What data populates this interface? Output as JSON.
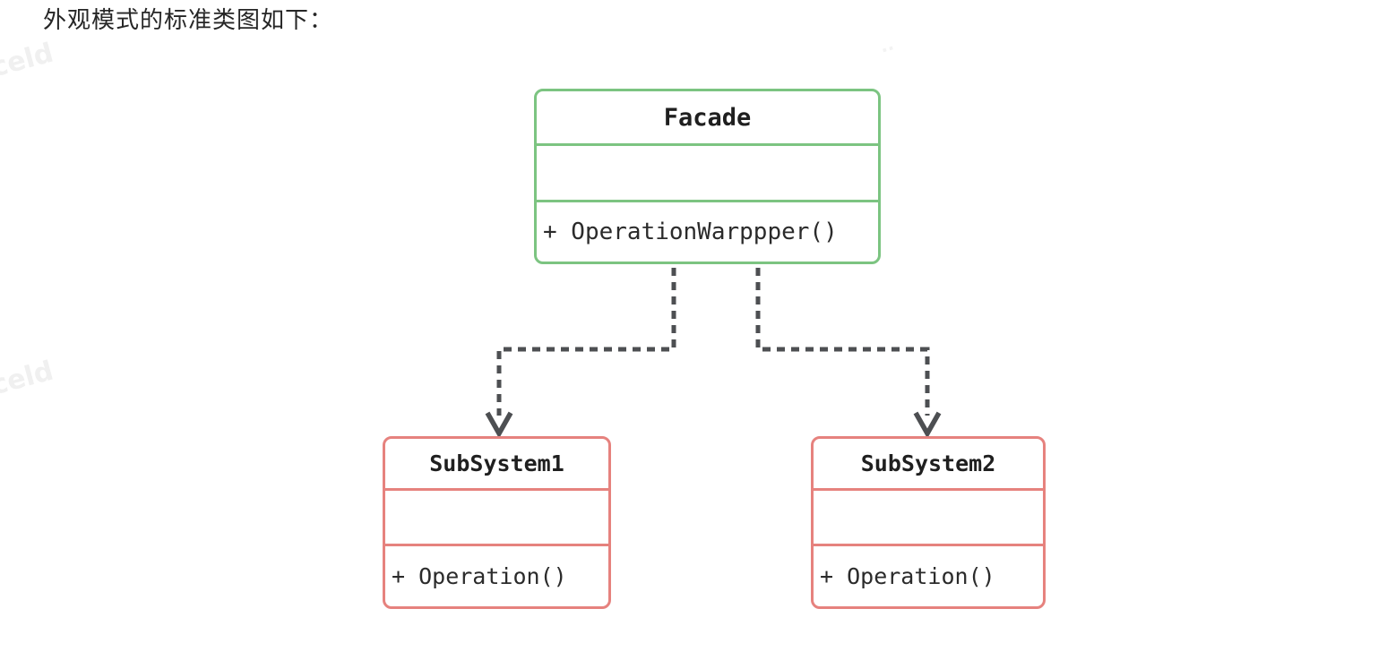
{
  "page": {
    "heading": "外观模式的标准类图如下："
  },
  "watermark": {
    "text": "celd",
    "corner_mark": ".."
  },
  "colors": {
    "facade_border": "#7cc481",
    "subsystem_border": "#e6827e",
    "arrow": "#4d4f52",
    "heading_text": "#262626",
    "class_text": "#2b2b2b",
    "background": "#ffffff"
  },
  "diagram": {
    "type": "uml-class-diagram",
    "classes": [
      {
        "id": "facade",
        "name": "Facade",
        "attributes": "",
        "methods": "+ OperationWarppper()"
      },
      {
        "id": "subsystem1",
        "name": "SubSystem1",
        "attributes": "",
        "methods": "+ Operation()"
      },
      {
        "id": "subsystem2",
        "name": "SubSystem2",
        "attributes": "",
        "methods": "+ Operation()"
      }
    ],
    "relations": [
      {
        "from": "Facade",
        "to": "SubSystem1",
        "style": "dashed",
        "arrowhead": "open"
      },
      {
        "from": "Facade",
        "to": "SubSystem2",
        "style": "dashed",
        "arrowhead": "open"
      }
    ]
  }
}
